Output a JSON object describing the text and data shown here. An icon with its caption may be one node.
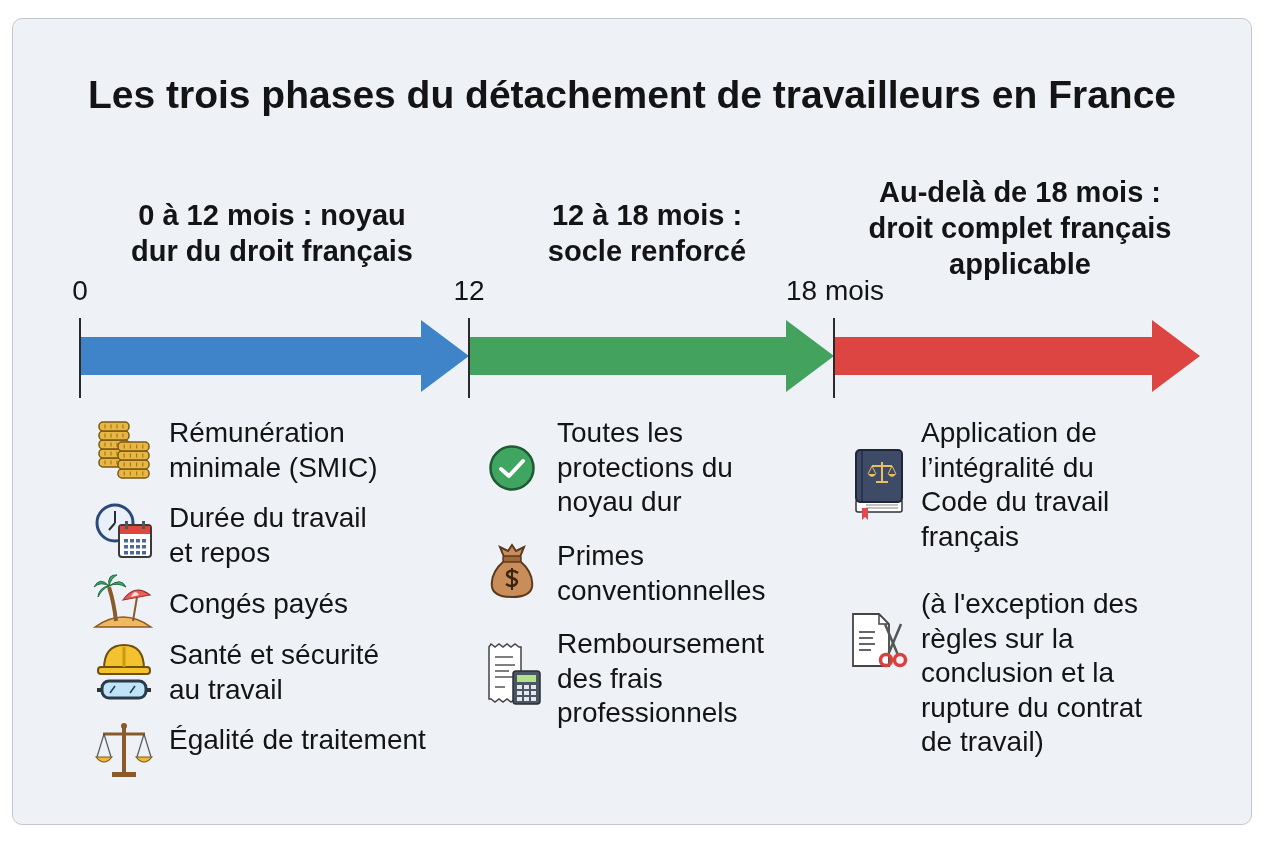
{
  "diagram": {
    "title": "Les trois phases du détachement de travailleurs en France",
    "nodes": [
      {
        "text": [
          "0 à 12 mois : noyau dur du droit français"
        ],
        "beside": [
          "Rémunération minimale (SMIC)",
          "Durée du travail et repos",
          "Congés payés",
          "Santé et sécurité au travail",
          "Égalité de traitement"
        ]
      },
      {
        "text": [
          "12 à 18 mois : socle renforcé"
        ],
        "beside": [
          "Toutes les protections du noyau dur",
          "Primes conventionnelles",
          "Remboursement des frais professionnels"
        ]
      },
      {
        "text": [
          "Au-delà de 18 mois : droit complet français applicable"
        ],
        "beside": [
          "Application de l’intégralité du Code du travail français",
          "(à l'exception des règles sur la conclusion et la rupture du contrat de travail)"
        ]
      }
    ],
    "labels": [
      "0",
      "12",
      "18 mois"
    ]
  }
}
